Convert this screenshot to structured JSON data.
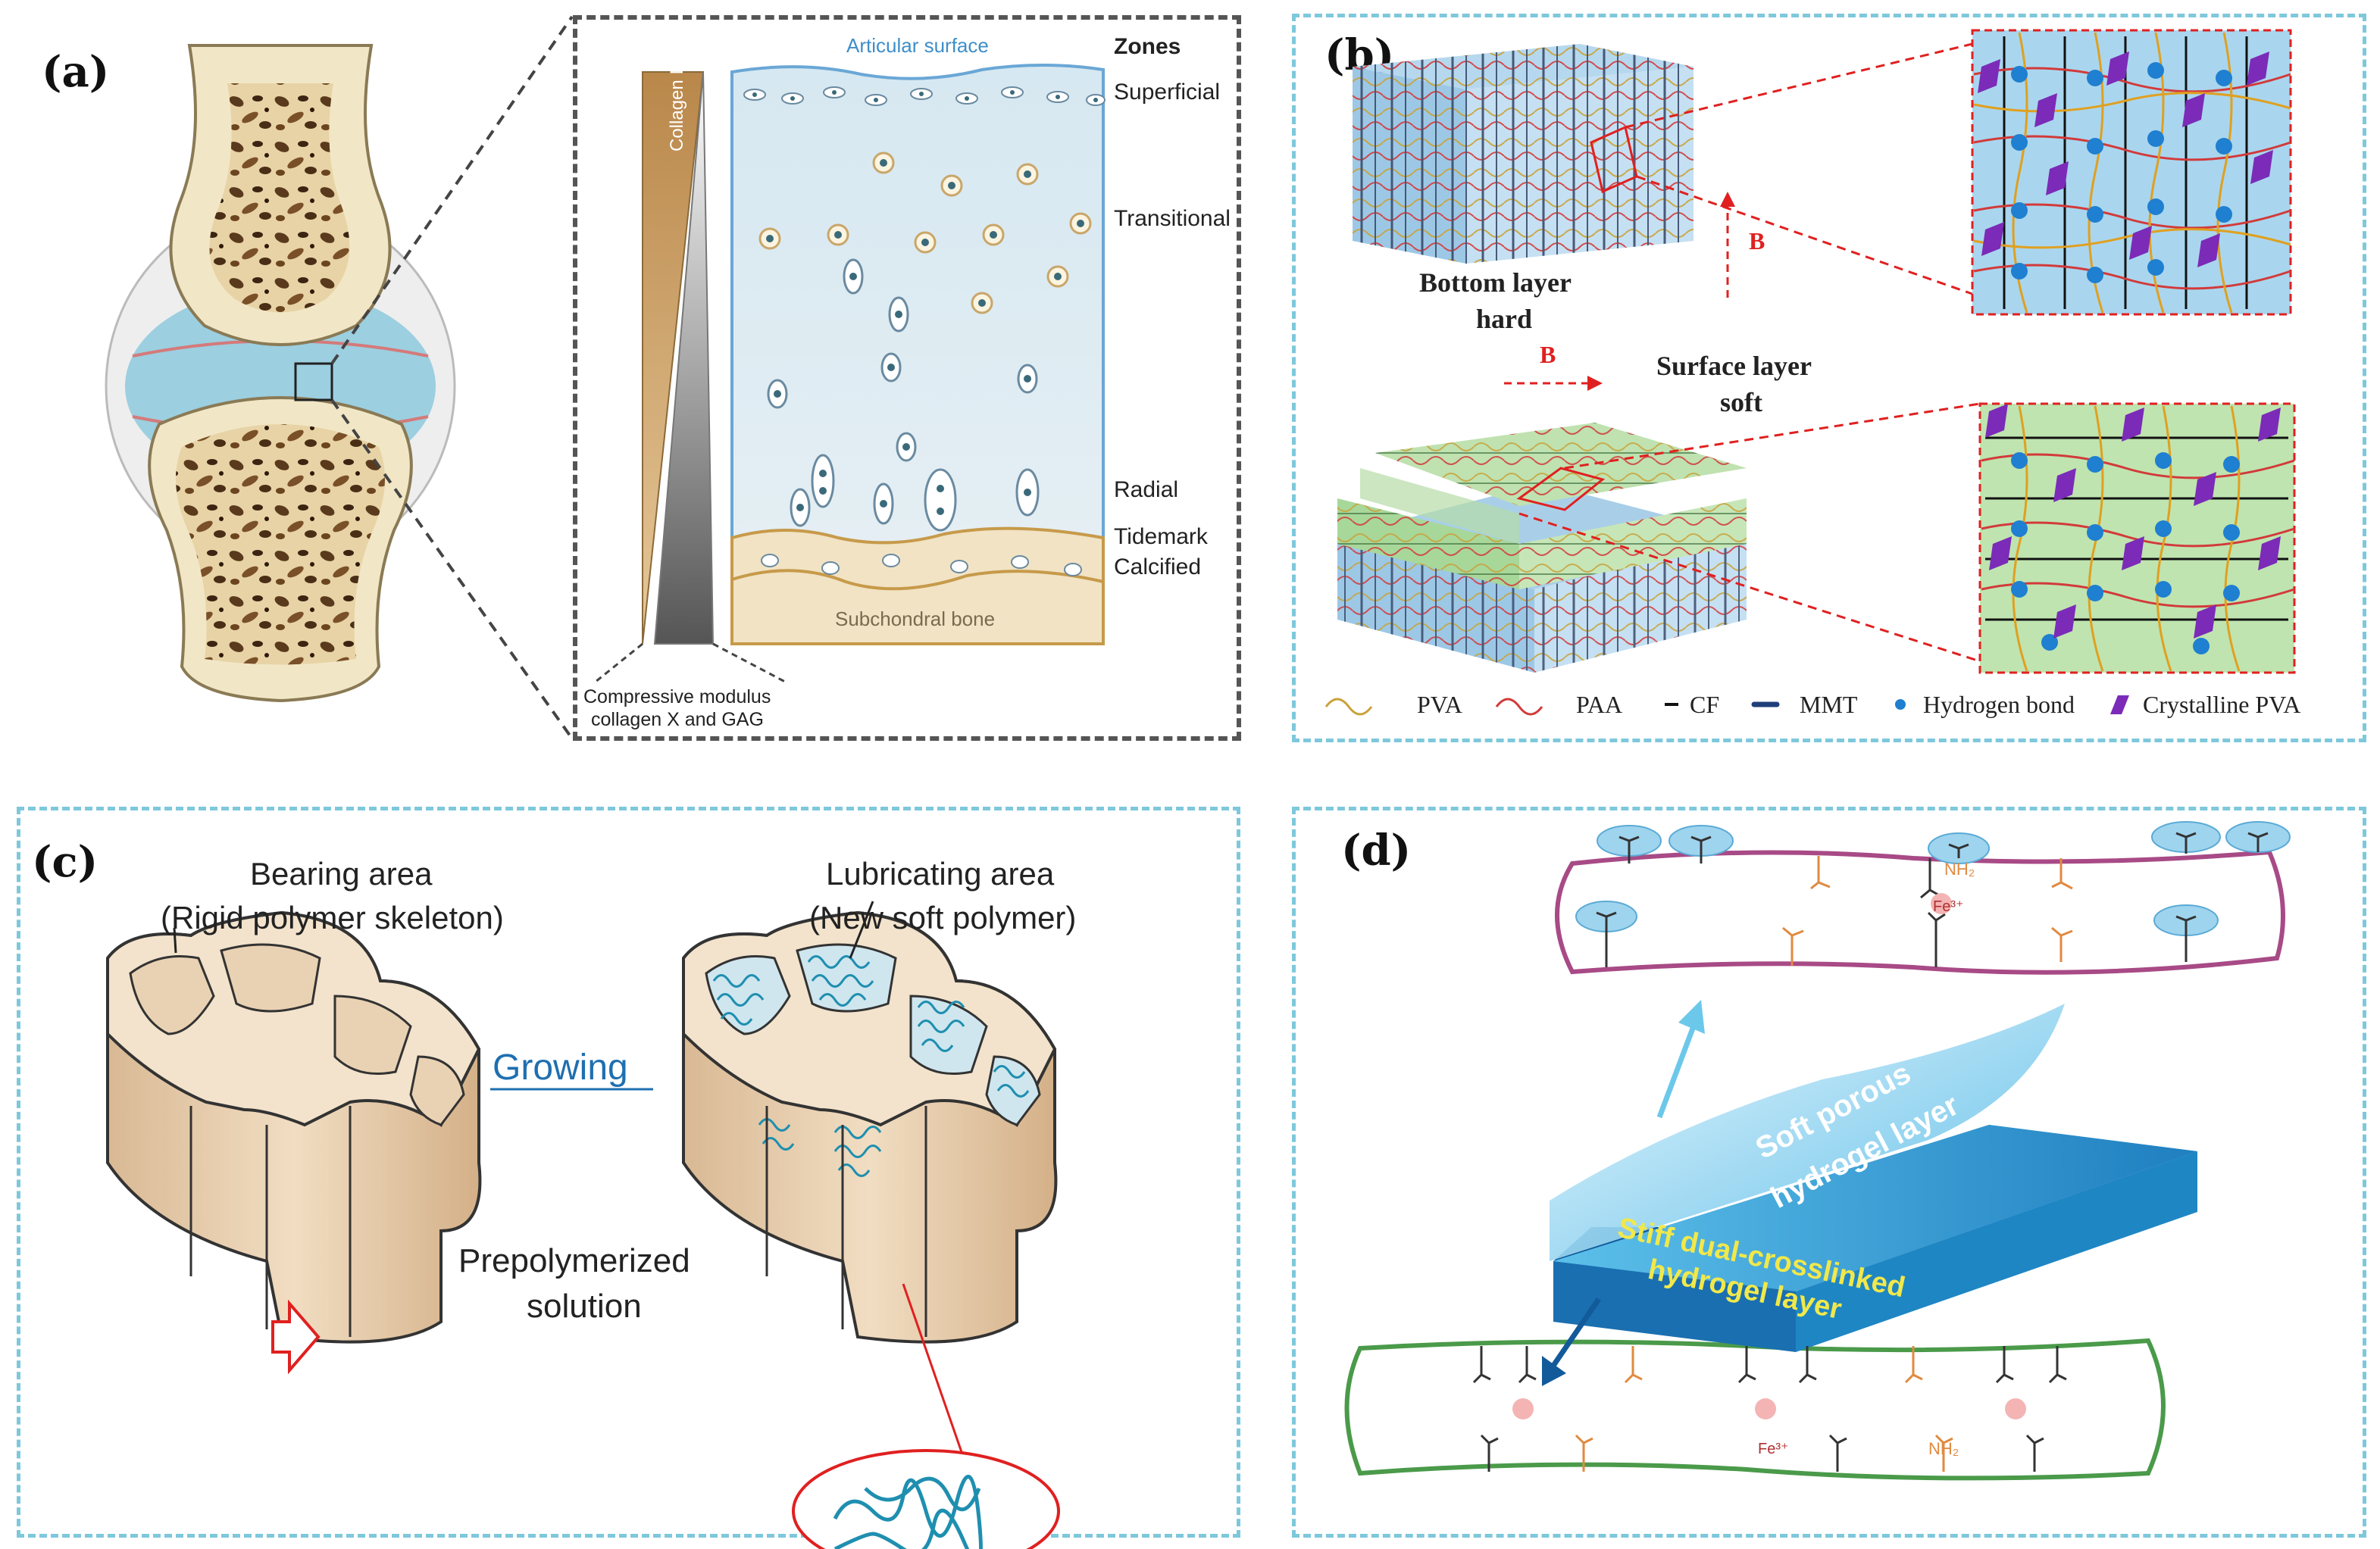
{
  "panel_a": {
    "label": "(a)",
    "zones_title": "Zones",
    "zones": [
      "Superficial",
      "Transitional",
      "Radial",
      "Tidemark",
      "Calcified"
    ],
    "articular_surface": "Articular surface",
    "subchondral_bone": "Subchondral bone",
    "collagen_label": "Collagen II",
    "gradient_caption_line1": "Compressive modulus",
    "gradient_caption_line2": "collagen X and GAG"
  },
  "panel_b": {
    "label": "(b)",
    "bottom_layer_line1": "Bottom layer",
    "bottom_layer_line2": "hard",
    "surface_layer_line1": "Surface layer",
    "surface_layer_line2": "soft",
    "arrow_label_1": "B",
    "arrow_label_2": "B",
    "legend": [
      "PVA",
      "PAA",
      "CF",
      "MMT",
      "Hydrogen bond",
      "Crystalline PVA"
    ],
    "colors": {
      "pva": "#c9a23a",
      "paa": "#d23a3a",
      "cf": "#111111",
      "mmt": "#1f3f7a",
      "hbond": "#1f7fd0",
      "crystal": "#7b2bb8"
    }
  },
  "panel_c": {
    "label": "(c)",
    "bearing_line1": "Bearing area",
    "bearing_line2": "(Rigid polymer skeleton)",
    "lubricating_line1": "Lubricating area",
    "lubricating_line2": "(New soft polymer)",
    "growing": "Growing",
    "prepoly_line1": "Prepolymerized",
    "prepoly_line2": "solution"
  },
  "panel_d": {
    "label": "(d)",
    "soft_line1": "Soft porous",
    "soft_line2": "hydrogel layer",
    "stiff_line1": "Stiff dual-crosslinked",
    "stiff_line2": "hydrogel layer",
    "amide_label": "NH₂",
    "fe_label": "Fe³⁺"
  }
}
